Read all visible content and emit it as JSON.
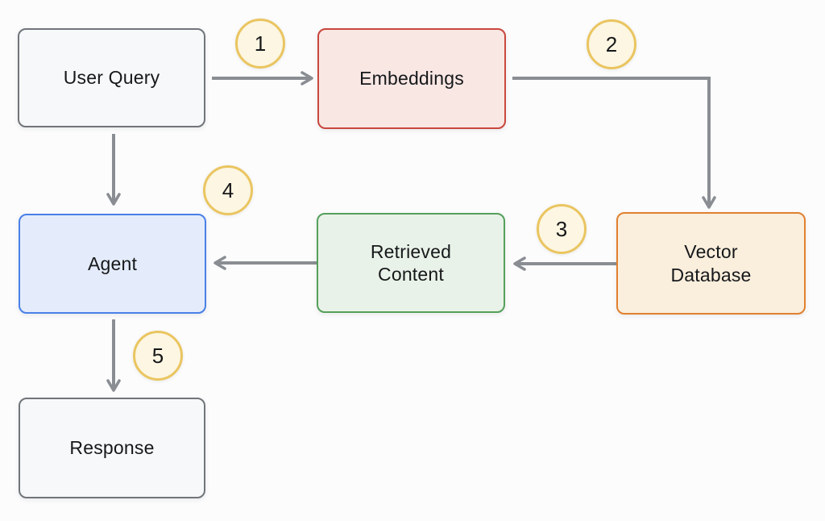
{
  "diagram": {
    "background": "#fcfcfd",
    "connector_color": "#8a8e93",
    "nodes": {
      "user_query": {
        "label": "User Query",
        "fill": "#f7f8f9",
        "border_color": "#71757a"
      },
      "embeddings": {
        "label": "Embeddings",
        "fill": "#f9e7e4",
        "border_color": "#c9473d"
      },
      "vector_database": {
        "label": "Vector Database",
        "fill": "#faeedd",
        "border_color": "#e0812f"
      },
      "retrieved_content": {
        "label": "Retrieved Content",
        "fill": "#e9f2e8",
        "border_color": "#55a05b"
      },
      "agent": {
        "label": "Agent",
        "fill": "#e4ecfb",
        "border_color": "#4a80e8"
      },
      "response": {
        "label": "Response",
        "fill": "#f7f8f9",
        "border_color": "#71757a"
      }
    },
    "badge": {
      "fill": "#fcf6e2",
      "border_color": "#eac560",
      "text_color": "#17181a"
    },
    "steps": [
      {
        "number": "1",
        "from": "user_query",
        "to": "embeddings"
      },
      {
        "number": "2",
        "from": "embeddings",
        "to": "vector_database"
      },
      {
        "number": "3",
        "from": "vector_database",
        "to": "retrieved_content"
      },
      {
        "number": "4",
        "from": "retrieved_content",
        "to": "agent"
      },
      {
        "number": "5",
        "from": "agent",
        "to": "response"
      }
    ],
    "unnumbered_connectors": [
      {
        "from": "user_query",
        "to": "agent"
      }
    ]
  }
}
